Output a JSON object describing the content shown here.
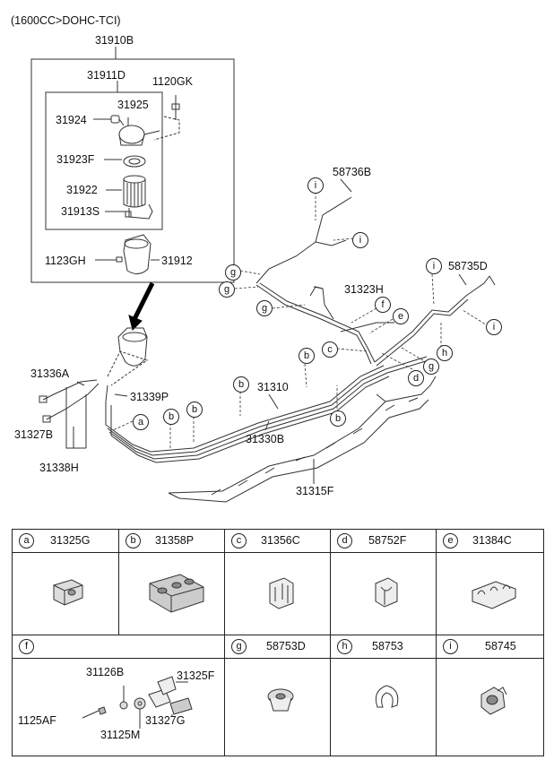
{
  "header": {
    "engine_note": "(1600CC>DOHC-TCI)"
  },
  "labels": {
    "p31910B": "31910B",
    "p31911D": "31911D",
    "p1120GK": "1120GK",
    "p31925": "31925",
    "p31924": "31924",
    "p31923F": "31923F",
    "p31922": "31922",
    "p31913S": "31913S",
    "p1123GH": "1123GH",
    "p31912": "31912",
    "p58736B": "58736B",
    "p58735D": "58735D",
    "p31323H": "31323H",
    "p31336A": "31336A",
    "p31339P": "31339P",
    "p31310": "31310",
    "p31330B": "31330B",
    "p31327B": "31327B",
    "p31338H": "31338H",
    "p31315F": "31315F"
  },
  "callouts": {
    "a": "a",
    "b": "b",
    "c": "c",
    "d": "d",
    "e": "e",
    "f": "f",
    "g": "g",
    "h": "h",
    "i": "i"
  },
  "table": {
    "row1": [
      {
        "letter": "a",
        "part": "31325G"
      },
      {
        "letter": "b",
        "part": "31358P"
      },
      {
        "letter": "c",
        "part": "31356C"
      },
      {
        "letter": "d",
        "part": "58752F"
      },
      {
        "letter": "e",
        "part": "31384C"
      }
    ],
    "row2": [
      {
        "letter": "f",
        "part": ""
      },
      {
        "letter": "g",
        "part": "58753D"
      },
      {
        "letter": "h",
        "part": "58753"
      },
      {
        "letter": "i",
        "part": "58745"
      }
    ],
    "f_parts": {
      "p31126B": "31126B",
      "p31325F": "31325F",
      "p1125AF": "1125AF",
      "p31327G": "31327G",
      "p31125M": "31125M"
    }
  }
}
